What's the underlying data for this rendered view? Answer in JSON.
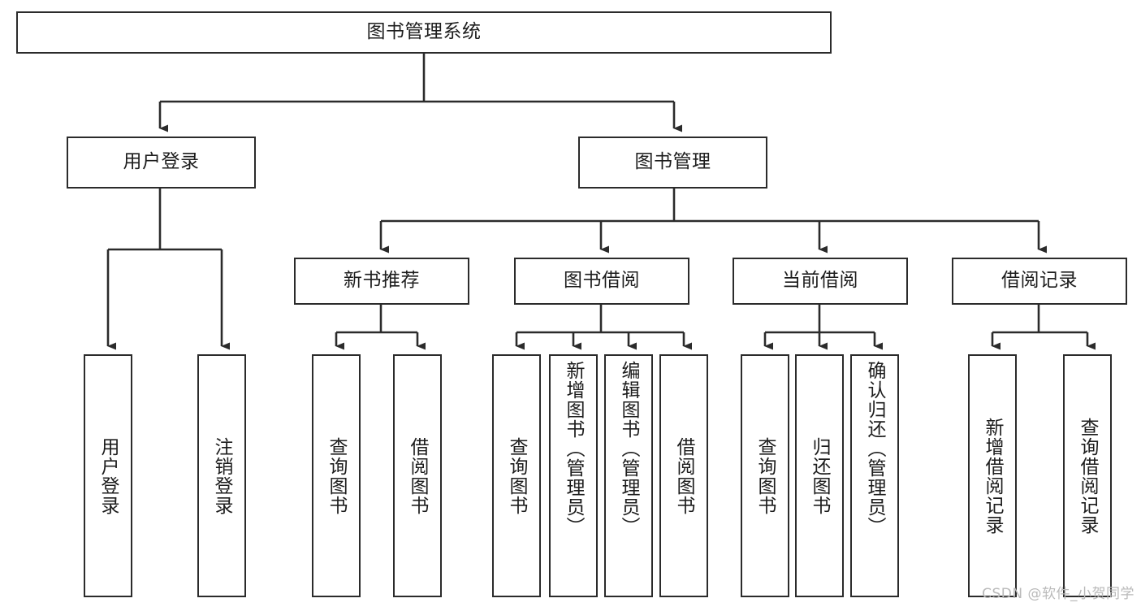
{
  "diagram": {
    "type": "tree",
    "title": "图书管理系统",
    "watermark": "CSDN @软件_小贺同学",
    "colors": {
      "border": "#2b2b2b",
      "background": "#ffffff",
      "text": "#1d1d1d",
      "watermark": "#b9b9b9"
    },
    "levels": {
      "root": {
        "label": "图书管理系统"
      },
      "level2": [
        {
          "label": "用户登录"
        },
        {
          "label": "图书管理"
        }
      ],
      "level3": [
        {
          "label": "新书推荐"
        },
        {
          "label": "图书借阅"
        },
        {
          "label": "当前借阅"
        },
        {
          "label": "借阅记录"
        }
      ],
      "leaves": [
        {
          "label": "用户登录",
          "parent": "用户登录"
        },
        {
          "label": "注销登录",
          "parent": "用户登录"
        },
        {
          "label": "查询图书",
          "parent": "新书推荐"
        },
        {
          "label": "借阅图书",
          "parent": "新书推荐"
        },
        {
          "label": "查询图书",
          "parent": "图书借阅"
        },
        {
          "label": "新增图书（管理员）",
          "parent": "图书借阅"
        },
        {
          "label": "编辑图书（管理员）",
          "parent": "图书借阅"
        },
        {
          "label": "借阅图书",
          "parent": "图书借阅"
        },
        {
          "label": "查询图书",
          "parent": "当前借阅"
        },
        {
          "label": "归还图书",
          "parent": "当前借阅"
        },
        {
          "label": "确认归还（管理员）",
          "parent": "当前借阅"
        },
        {
          "label": "新增借阅记录",
          "parent": "借阅记录"
        },
        {
          "label": "查询借阅记录",
          "parent": "借阅记录"
        }
      ]
    }
  }
}
